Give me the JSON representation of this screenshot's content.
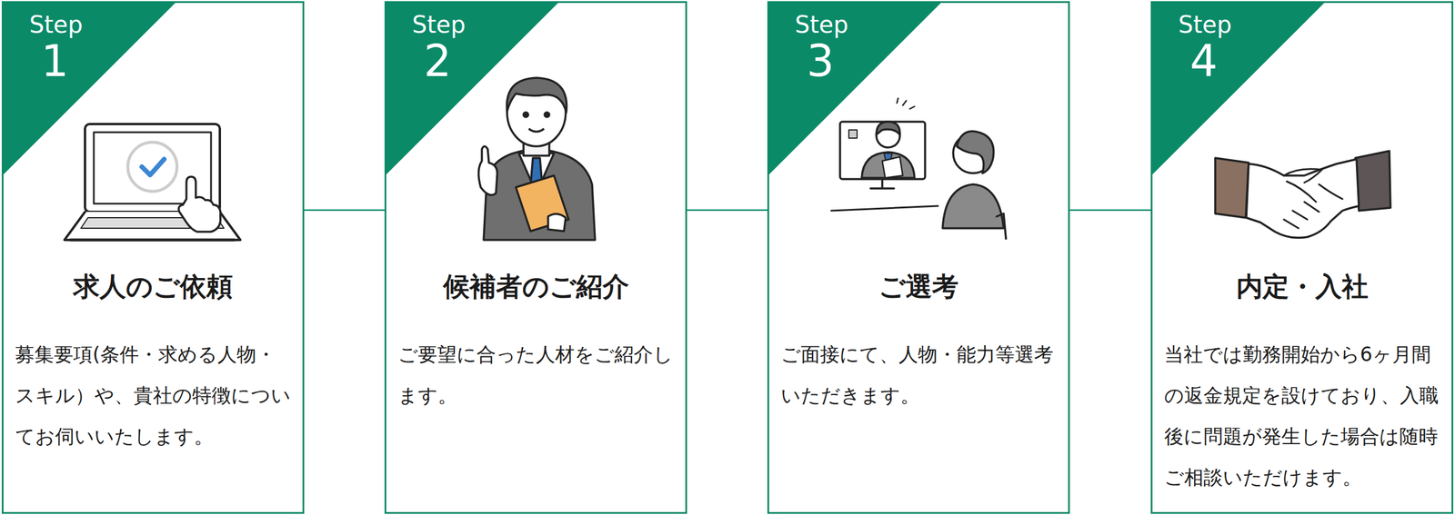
{
  "diagram": {
    "nodes": [
      {
        "text": [
          "Step",
          "1",
          "求人のご依頼",
          "募集要項(条件・求める人物・スキル）や、貴社の特徴についてお伺いいたします。"
        ]
      },
      {
        "text": [
          "Step",
          "2",
          "候補者のご紹介",
          "ご要望に合った人材をご紹介します。"
        ]
      },
      {
        "text": [
          "Step",
          "3",
          "ご選考",
          "ご面接にて、人物・能力等選考いただきます。"
        ]
      },
      {
        "text": [
          "Step",
          "4",
          "内定・入社",
          "当社では勤務開始から6ヶ月間の返金規定を設けており、入職後に問題が発生した場合は随時ご相談いただけます。"
        ]
      }
    ],
    "edges": [
      {
        "from": 0,
        "to": 1,
        "arrow": "none"
      },
      {
        "from": 1,
        "to": 2,
        "arrow": "none"
      },
      {
        "from": 2,
        "to": 3,
        "arrow": "none"
      }
    ]
  }
}
